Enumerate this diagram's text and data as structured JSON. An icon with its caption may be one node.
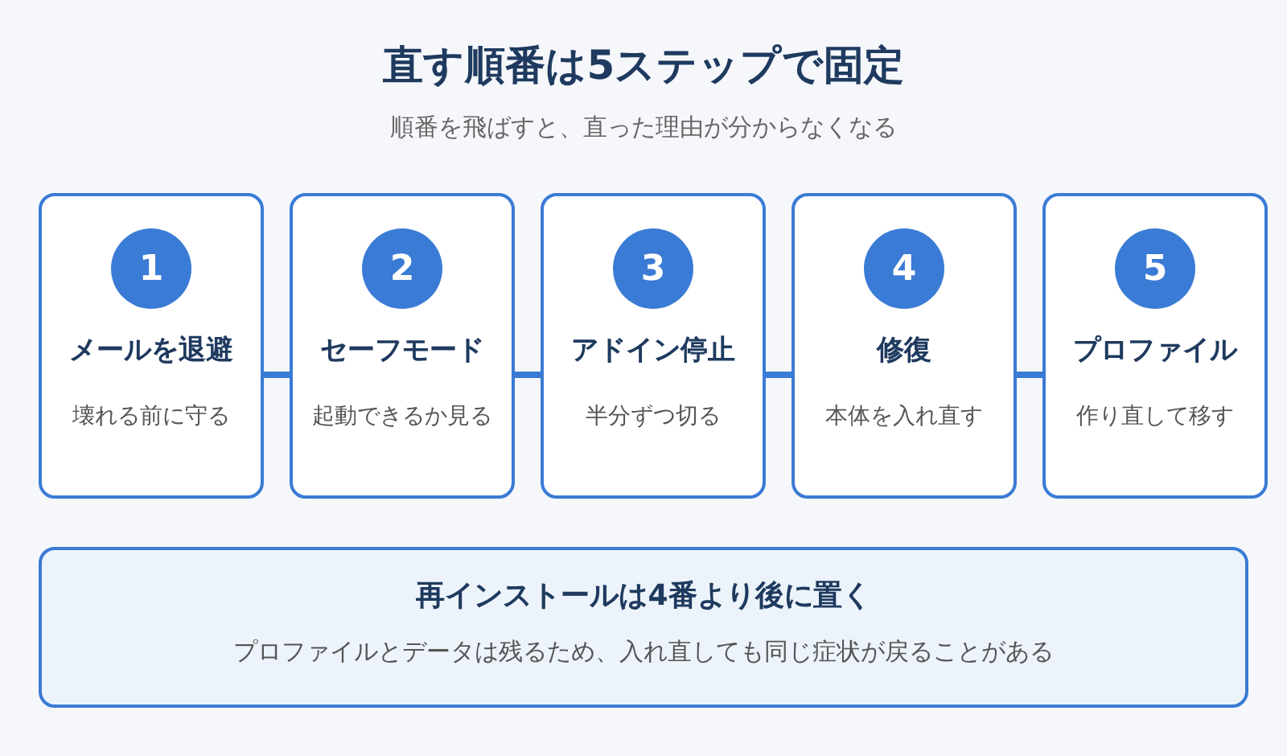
{
  "diagram": {
    "title": "直す順番は5ステップで固定",
    "nodes": [
      {
        "text": [
          "1",
          "メールを退避",
          "壊れる前に守る"
        ]
      },
      {
        "text": [
          "2",
          "セーフモード",
          "起動できるか見る"
        ]
      },
      {
        "text": [
          "3",
          "アドイン停止",
          "半分ずつ切る"
        ]
      },
      {
        "text": [
          "4",
          "修復",
          "本体を入れ直す"
        ]
      },
      {
        "text": [
          "5",
          "プロファイル",
          "作り直して移す"
        ]
      },
      {
        "text": [
          "再インストールは4番より後に置く",
          "プロファイルとデータは残るため、入れ直しても同じ症状が戻ることがある"
        ]
      }
    ],
    "edges": [
      {
        "from": 0,
        "to": 1,
        "arrow": "none"
      },
      {
        "from": 1,
        "to": 2,
        "arrow": "none"
      },
      {
        "from": 2,
        "to": 3,
        "arrow": "none"
      },
      {
        "from": 3,
        "to": 4,
        "arrow": "none"
      }
    ],
    "labels": [
      "順番を飛ばすと、直った理由が分からなくなる"
    ]
  }
}
